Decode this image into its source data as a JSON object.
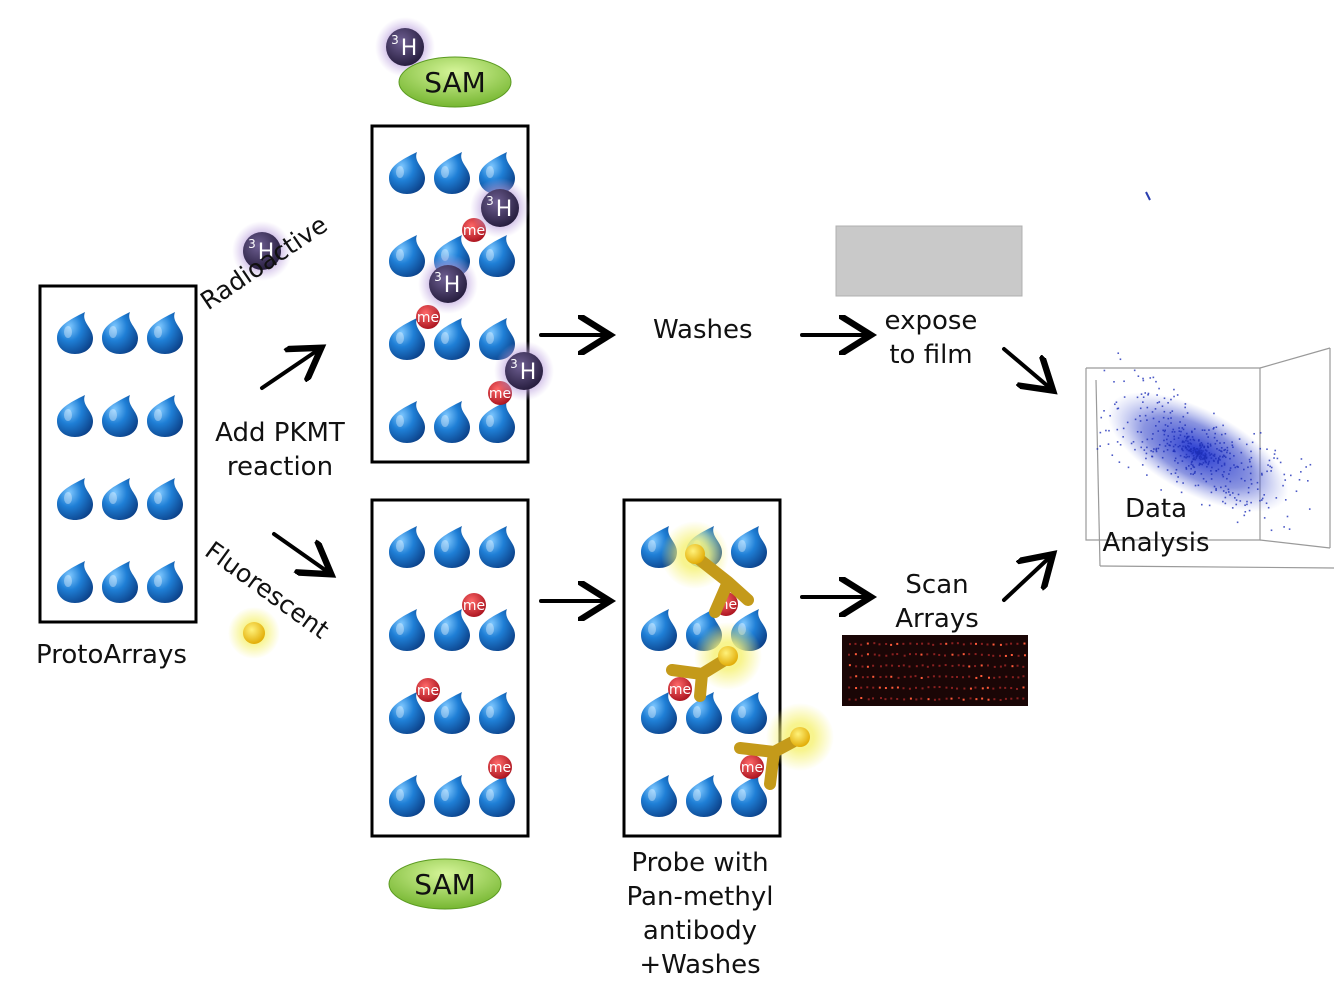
{
  "labels": {
    "protoarrays": "ProtoArrays",
    "radioactive": "Radioactive",
    "fluorescent": "Fluorescent",
    "add_pkmt_line1": "Add PKMT",
    "add_pkmt_line2": "reaction",
    "washes": "Washes",
    "expose_line1": "expose",
    "expose_line2": "to film",
    "scan_line1": "Scan",
    "scan_line2": "Arrays",
    "data_line1": "Data",
    "data_line2": "Analysis",
    "probe_line1": "Probe with",
    "probe_line2": "Pan-methyl",
    "probe_line3": "antibody",
    "probe_line4": "+Washes"
  },
  "badges": {
    "sam": "SAM",
    "tritium_mass": "3",
    "tritium_symbol": "H",
    "methyl": "me"
  },
  "colors": {
    "drop": "#1f6fc0",
    "methyl": "#c8202a",
    "tritium": "#3a2f55",
    "sam": "#8fcc3a",
    "antibody": "#c49a1a",
    "fluor": "#f0c800",
    "scatter": "#1e2fb8"
  },
  "icons": [
    "water-drop-icon",
    "tritium-atom-icon",
    "methyl-tag-icon",
    "sam-cofactor-icon",
    "antibody-icon",
    "fluorophore-icon",
    "arrow-icon"
  ]
}
